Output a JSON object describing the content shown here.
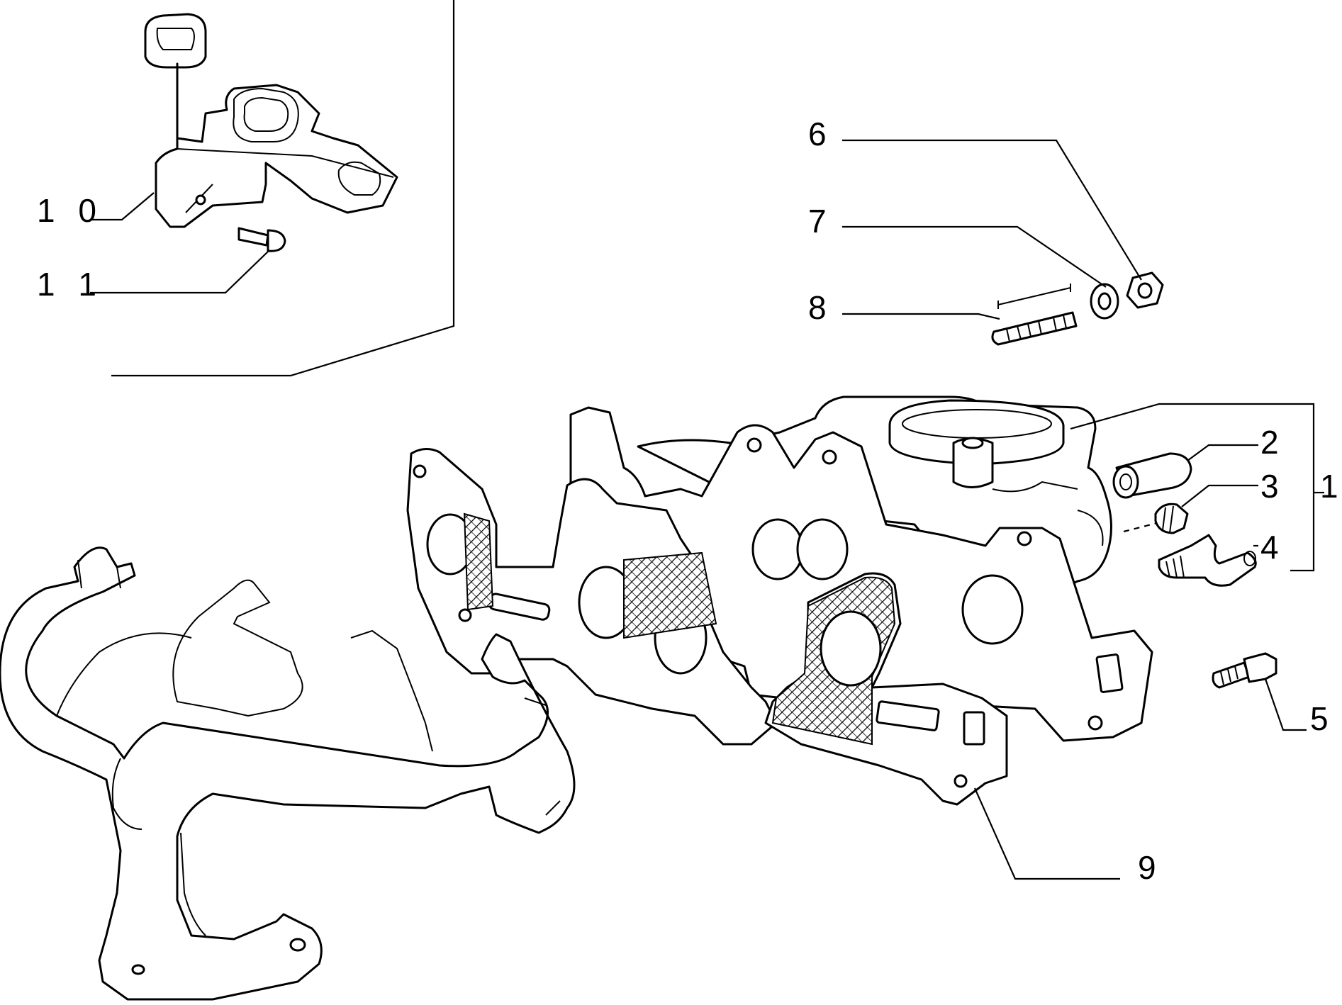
{
  "diagram": {
    "colors": {
      "line": "#000000",
      "background": "#ffffff"
    },
    "callouts": [
      {
        "id": "10",
        "label": "1 0"
      },
      {
        "id": "11",
        "label": "1 1"
      },
      {
        "id": "6",
        "label": "6"
      },
      {
        "id": "7",
        "label": "7"
      },
      {
        "id": "8",
        "label": "8"
      },
      {
        "id": "2",
        "label": "2"
      },
      {
        "id": "3",
        "label": "3"
      },
      {
        "id": "1",
        "label": "1"
      },
      {
        "id": "4",
        "label": "4"
      },
      {
        "id": "5",
        "label": "5"
      },
      {
        "id": "9",
        "label": "9"
      }
    ]
  }
}
